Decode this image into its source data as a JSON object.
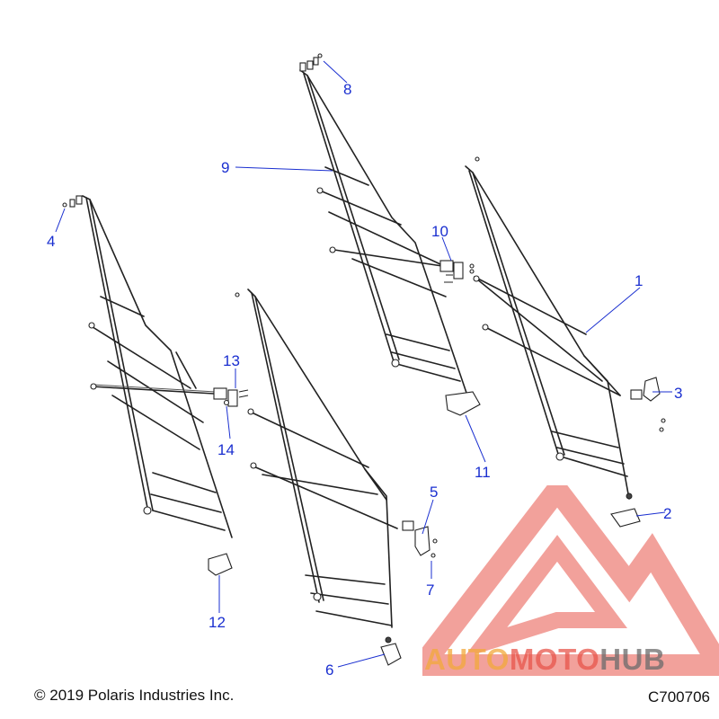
{
  "diagram": {
    "callouts": [
      {
        "id": "c1",
        "label": "1"
      },
      {
        "id": "c2",
        "label": "2"
      },
      {
        "id": "c3",
        "label": "3"
      },
      {
        "id": "c4",
        "label": "4"
      },
      {
        "id": "c5",
        "label": "5"
      },
      {
        "id": "c6",
        "label": "6"
      },
      {
        "id": "c7",
        "label": "7"
      },
      {
        "id": "c8",
        "label": "8"
      },
      {
        "id": "c9",
        "label": "9"
      },
      {
        "id": "c10",
        "label": "10"
      },
      {
        "id": "c11",
        "label": "11"
      },
      {
        "id": "c12",
        "label": "12"
      },
      {
        "id": "c13",
        "label": "13"
      },
      {
        "id": "c14",
        "label": "14"
      }
    ]
  },
  "footer": {
    "copyright": "© 2019 Polaris Industries Inc.",
    "drawing_id": "C700706"
  },
  "watermark": {
    "part1": "AUTO",
    "part2": "MOTO",
    "part3": "HUB",
    "colors": {
      "orange": "#f2a93b",
      "red": "#e8564b",
      "gray": "#6b6b6b"
    }
  }
}
